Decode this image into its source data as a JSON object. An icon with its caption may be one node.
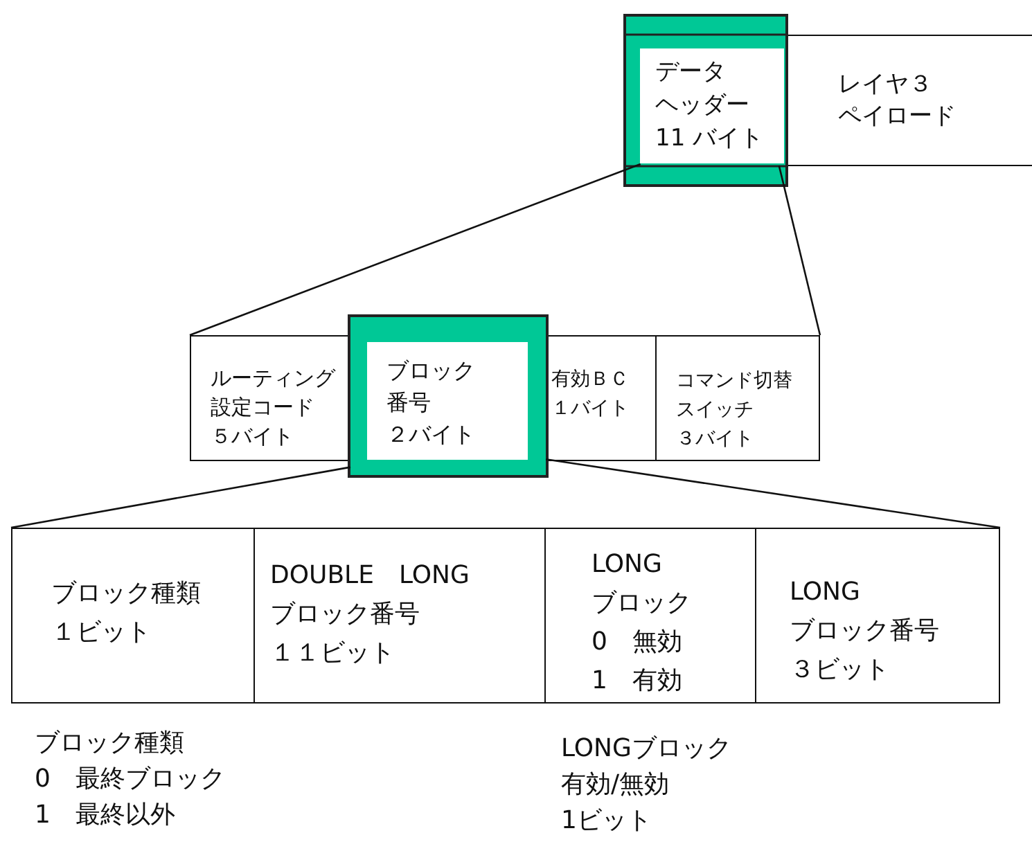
{
  "diagram": {
    "nodes": [
      {
        "text": [
          "データ",
          "ヘッダー",
          "11 バイト"
        ]
      },
      {
        "text": [
          "レイヤ３",
          "ペイロード"
        ]
      },
      {
        "text": [
          "ルーティング",
          "設定コード",
          "５バイト"
        ]
      },
      {
        "text": [
          "ブロック",
          "番号",
          "２バイト"
        ]
      },
      {
        "text": [
          "有効ＢＣ",
          "１バイト"
        ]
      },
      {
        "text": [
          "コマンド切替",
          "スイッチ",
          "３バイト"
        ]
      },
      {
        "text": [
          "ブロック種類",
          "１ビット"
        ]
      },
      {
        "text": [
          "DOUBLE　LONG",
          "ブロック番号",
          "１１ビット"
        ]
      },
      {
        "text": [
          "LONG",
          "ブロック",
          "0　無効",
          "1　有効"
        ]
      },
      {
        "text": [
          "LONG",
          "ブロック番号",
          "３ビット"
        ]
      }
    ],
    "edges": [
      {
        "from": 0,
        "to": 2,
        "arrow": "none"
      },
      {
        "from": 0,
        "to": 5,
        "arrow": "none"
      },
      {
        "from": 3,
        "to": 6,
        "arrow": "none"
      },
      {
        "from": 3,
        "to": 9,
        "arrow": "none"
      }
    ],
    "labels": [
      "ブロック種類",
      "0　最終ブロック",
      "1　最終以外",
      "LONGブロック",
      "有効/無効",
      "1ビット"
    ]
  }
}
